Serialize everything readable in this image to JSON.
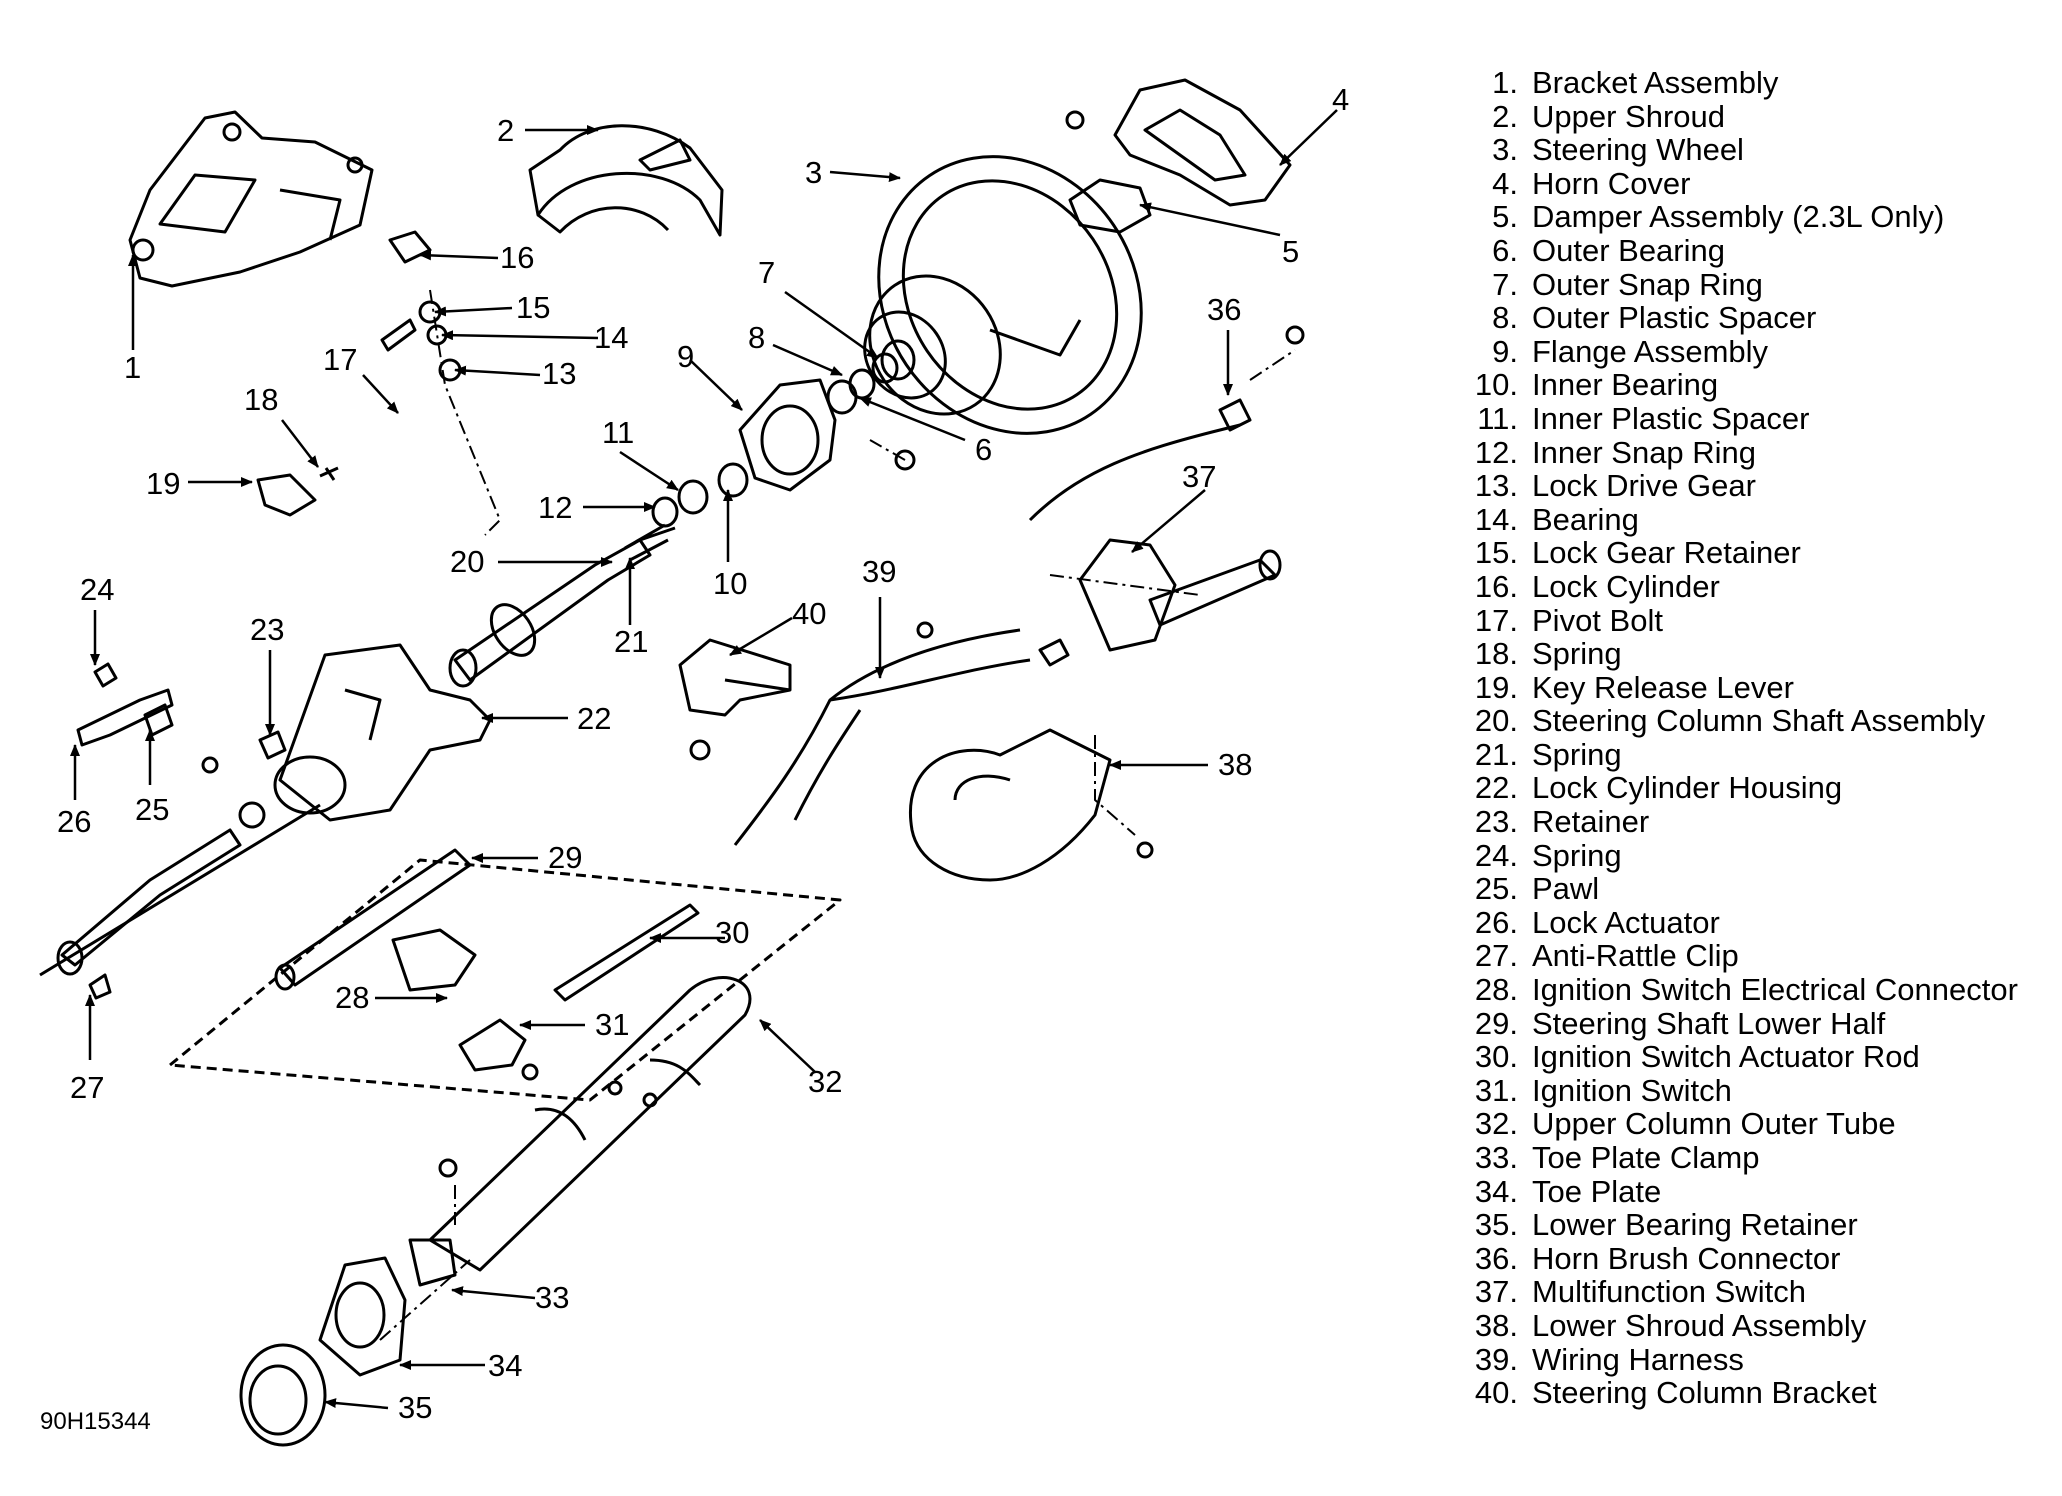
{
  "figure_id": "90H15344",
  "callouts": [
    "1",
    "2",
    "3",
    "4",
    "5",
    "6",
    "7",
    "8",
    "9",
    "10",
    "11",
    "12",
    "13",
    "14",
    "15",
    "16",
    "17",
    "18",
    "19",
    "20",
    "21",
    "22",
    "23",
    "24",
    "25",
    "26",
    "27",
    "28",
    "29",
    "30",
    "31",
    "32",
    "33",
    "34",
    "35",
    "36",
    "37",
    "38",
    "39",
    "40"
  ],
  "legend": [
    {
      "num": "1.",
      "label": "Bracket Assembly"
    },
    {
      "num": "2.",
      "label": "Upper Shroud"
    },
    {
      "num": "3.",
      "label": "Steering Wheel"
    },
    {
      "num": "4.",
      "label": "Horn Cover"
    },
    {
      "num": "5.",
      "label": "Damper Assembly (2.3L Only)"
    },
    {
      "num": "6.",
      "label": "Outer Bearing"
    },
    {
      "num": "7.",
      "label": "Outer Snap Ring"
    },
    {
      "num": "8.",
      "label": "Outer Plastic Spacer"
    },
    {
      "num": "9.",
      "label": "Flange Assembly"
    },
    {
      "num": "10.",
      "label": "Inner Bearing"
    },
    {
      "num": "11.",
      "label": "Inner Plastic Spacer"
    },
    {
      "num": "12.",
      "label": "Inner Snap Ring"
    },
    {
      "num": "13.",
      "label": "Lock Drive Gear"
    },
    {
      "num": "14.",
      "label": "Bearing"
    },
    {
      "num": "15.",
      "label": "Lock Gear Retainer"
    },
    {
      "num": "16.",
      "label": "Lock Cylinder"
    },
    {
      "num": "17.",
      "label": "Pivot Bolt"
    },
    {
      "num": "18.",
      "label": "Spring"
    },
    {
      "num": "19.",
      "label": "Key Release Lever"
    },
    {
      "num": "20.",
      "label": "Steering Column Shaft Assembly"
    },
    {
      "num": "21.",
      "label": "Spring"
    },
    {
      "num": "22.",
      "label": "Lock Cylinder Housing"
    },
    {
      "num": "23.",
      "label": "Retainer"
    },
    {
      "num": "24.",
      "label": "Spring"
    },
    {
      "num": "25.",
      "label": "Pawl"
    },
    {
      "num": "26.",
      "label": "Lock Actuator"
    },
    {
      "num": "27.",
      "label": "Anti-Rattle Clip"
    },
    {
      "num": "28.",
      "label": "Ignition Switch Electrical Connector"
    },
    {
      "num": "29.",
      "label": "Steering Shaft Lower Half"
    },
    {
      "num": "30.",
      "label": "Ignition Switch Actuator Rod"
    },
    {
      "num": "31.",
      "label": "Ignition Switch"
    },
    {
      "num": "32.",
      "label": "Upper Column Outer Tube"
    },
    {
      "num": "33.",
      "label": "Toe Plate Clamp"
    },
    {
      "num": "34.",
      "label": "Toe Plate"
    },
    {
      "num": "35.",
      "label": "Lower Bearing Retainer"
    },
    {
      "num": "36.",
      "label": "Horn Brush Connector"
    },
    {
      "num": "37.",
      "label": "Multifunction Switch"
    },
    {
      "num": "38.",
      "label": "Lower Shroud Assembly"
    },
    {
      "num": "39.",
      "label": "Wiring Harness"
    },
    {
      "num": "40.",
      "label": "Steering Column Bracket"
    }
  ]
}
